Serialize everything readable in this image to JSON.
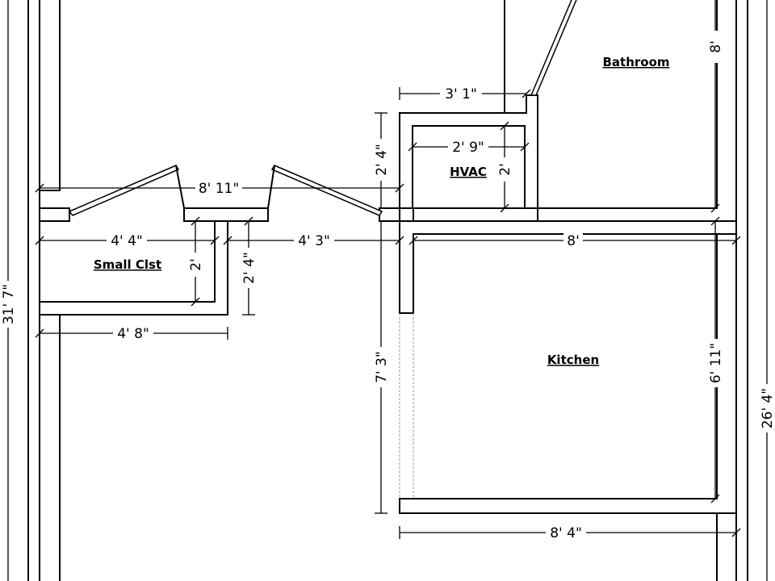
{
  "rooms": {
    "bathroom": "Bathroom",
    "hvac": "HVAC",
    "small_closet": "Small Clst",
    "kitchen": "Kitchen"
  },
  "dimensions": {
    "bathroom_height": "8'",
    "bathroom_entry_width": "3' 1\"",
    "hvac_width": "2' 9\"",
    "hvac_depth": "2'",
    "hvac_wall_height": "2' 4\"",
    "hall_width": "8' 11\"",
    "closet_width": "4' 4\"",
    "closet_depth": "2'",
    "closet_door_offset": "2' 4\"",
    "hall_opening": "4' 3\"",
    "kitchen_width": "8'",
    "lower_left_width": "4' 8\"",
    "kitchen_wall_height": "7' 3\"",
    "kitchen_height": "6' 11\"",
    "overall_right": "26' 4\"",
    "overall_left": "31' 7\"",
    "bottom_width": "8' 4\""
  }
}
